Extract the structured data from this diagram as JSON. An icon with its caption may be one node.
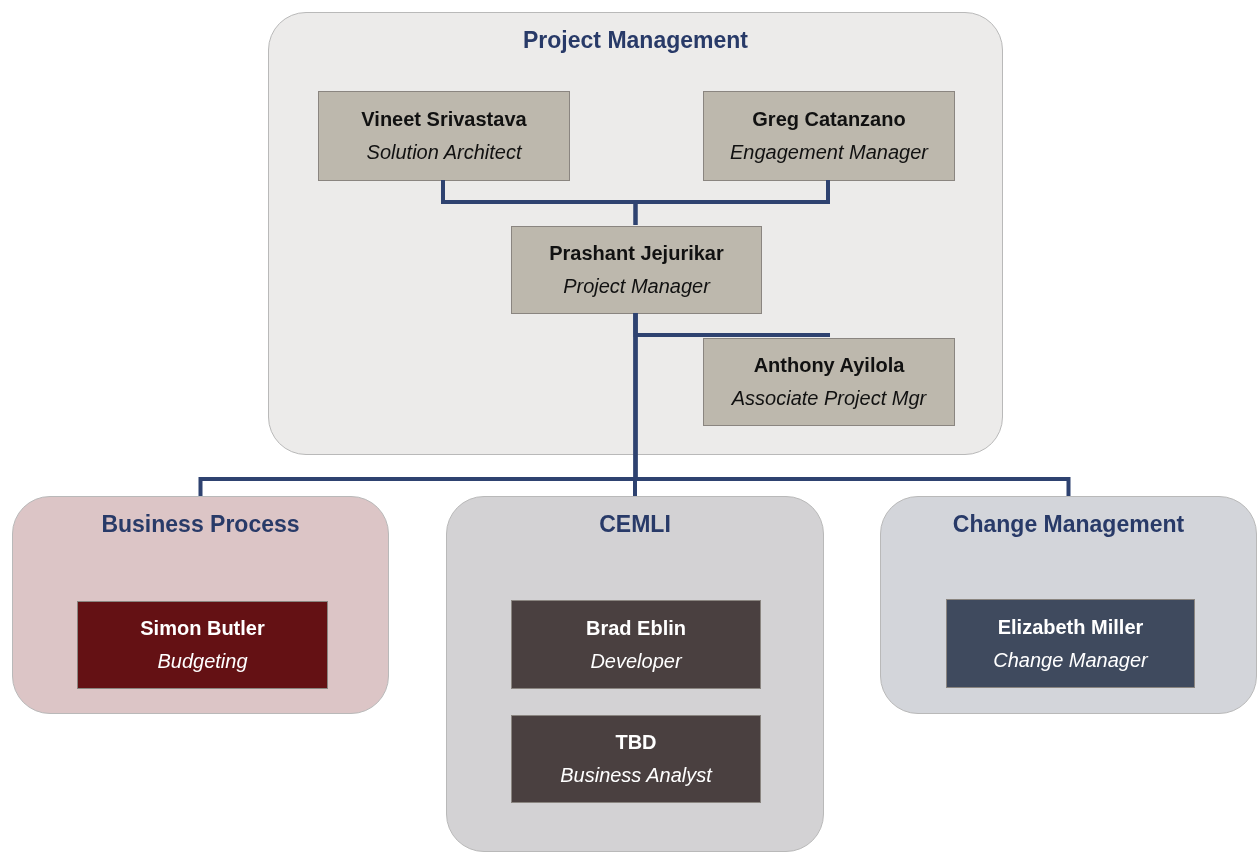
{
  "diagram": {
    "nodes": [
      {
        "text": [
          "Project Management"
        ]
      },
      {
        "text": [
          "Vineet Srivastava",
          "Solution Architect"
        ],
        "in": 0
      },
      {
        "text": [
          "Greg Catanzano",
          "Engagement Manager"
        ],
        "in": 0
      },
      {
        "text": [
          "Prashant Jejurikar",
          "Project Manager"
        ],
        "in": 0
      },
      {
        "text": [
          "Anthony Ayilola",
          "Associate Project Mgr"
        ],
        "in": 0
      },
      {
        "text": [
          "Business Process"
        ]
      },
      {
        "text": [
          "Simon Butler",
          "Budgeting"
        ],
        "in": 5
      },
      {
        "text": [
          "CEMLI"
        ]
      },
      {
        "text": [
          "Brad Eblin",
          "Developer"
        ],
        "in": 7
      },
      {
        "text": [
          "TBD",
          "Business Analyst"
        ],
        "in": 7
      },
      {
        "text": [
          "Change Management"
        ]
      },
      {
        "text": [
          "Elizabeth Miller",
          "Change Manager"
        ],
        "in": 10
      }
    ],
    "edges": [
      {
        "from": 1,
        "to": 3,
        "arrow": "none"
      },
      {
        "from": 2,
        "to": 3,
        "arrow": "none"
      },
      {
        "from": 3,
        "to": 4,
        "arrow": "none"
      },
      {
        "from": 3,
        "to": 5,
        "arrow": "none"
      },
      {
        "from": 3,
        "to": 7,
        "arrow": "none"
      },
      {
        "from": 3,
        "to": 10,
        "arrow": "none"
      }
    ]
  }
}
